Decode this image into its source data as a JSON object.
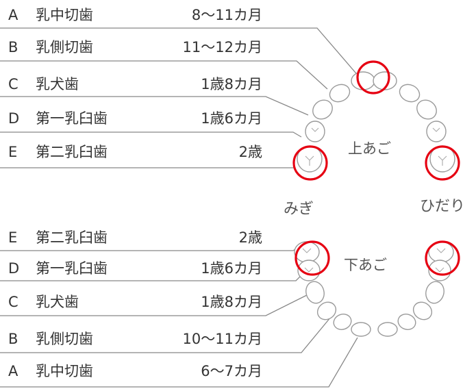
{
  "upper": {
    "rows": [
      {
        "letter": "A",
        "name": "乳中切歯",
        "age": "8〜11カ月"
      },
      {
        "letter": "B",
        "name": "乳側切歯",
        "age": "11〜12カ月"
      },
      {
        "letter": "C",
        "name": "乳犬歯",
        "age": "1歳8カ月"
      },
      {
        "letter": "D",
        "name": "第一乳臼歯",
        "age": "1歳6カ月"
      },
      {
        "letter": "E",
        "name": "第二乳臼歯",
        "age": "2歳"
      }
    ],
    "jaw_label": "上あご"
  },
  "lower": {
    "rows": [
      {
        "letter": "E",
        "name": "第二乳臼歯",
        "age": "2歳"
      },
      {
        "letter": "D",
        "name": "第一乳臼歯",
        "age": "1歳6カ月"
      },
      {
        "letter": "C",
        "name": "乳犬歯",
        "age": "1歳8カ月"
      },
      {
        "letter": "B",
        "name": "乳側切歯",
        "age": "10〜11カ月"
      },
      {
        "letter": "A",
        "name": "乳中切歯",
        "age": "6〜7カ月"
      }
    ],
    "jaw_label": "下あご"
  },
  "side_labels": {
    "right_of_patient": "みぎ",
    "left_of_patient": "ひだり"
  },
  "colors": {
    "highlight": "#e60012",
    "line": "#888888",
    "tooth_fill": "#ffffff",
    "tooth_stroke": "#999999"
  }
}
